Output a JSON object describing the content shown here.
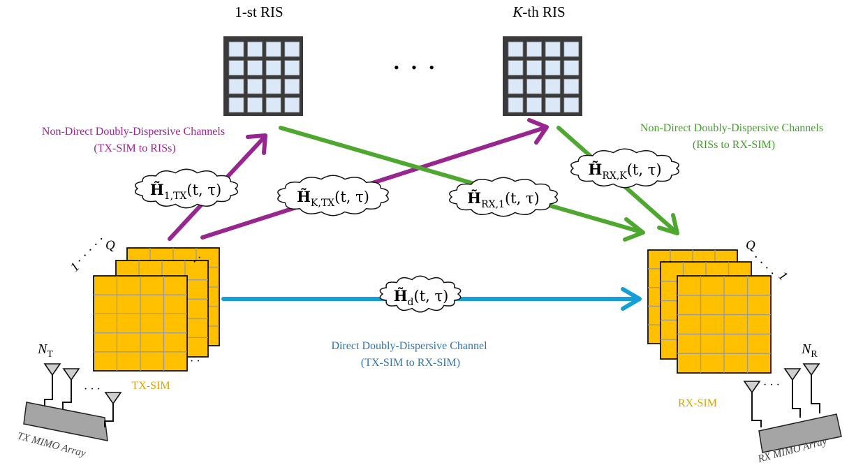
{
  "ris": {
    "first_label": "1-st RIS",
    "last_label_italic": "K",
    "last_label_rest": "-th RIS",
    "ellipsis": "• • •"
  },
  "labels": {
    "tx_to_ris_title": "Non-Direct Doubly-Dispersive Channels",
    "tx_to_ris_sub": "(TX-SIM to RISs)",
    "ris_to_rx_title": "Non-Direct Doubly-Dispersive Channels",
    "ris_to_rx_sub": "(RISs to RX-SIM)",
    "direct_title": "Direct Doubly-Dispersive Channel",
    "direct_sub": "(TX-SIM to RX-SIM)",
    "tx_sim": "TX-SIM",
    "rx_sim": "RX-SIM",
    "tx_array": "TX MIMO Array",
    "rx_array": "RX MIMO Array",
    "tx_antennas_base": "N",
    "tx_antennas_sub": "T",
    "rx_antennas_base": "N",
    "rx_antennas_sub": "R",
    "tx_stack_first": "1",
    "tx_stack_last": "Q",
    "rx_stack_first": "1",
    "rx_stack_last": "Q"
  },
  "channels": {
    "h1tx": {
      "sym": "H̃",
      "sub": "1,TX",
      "args": "(t, τ)"
    },
    "hktx": {
      "sym": "H̃",
      "sub": "K,TX",
      "args": "(t, τ)"
    },
    "hrx1": {
      "sym": "H̃",
      "sub": "RX,1",
      "args": "(t, τ)"
    },
    "hrxk": {
      "sym": "H̃",
      "sub": "RX,K",
      "args": "(t, τ)"
    },
    "hd": {
      "sym": "H̃",
      "sub": "d",
      "args": "(t, τ)"
    }
  },
  "colors": {
    "purple": "#97268f",
    "green": "#4ea72e",
    "blue": "#159fd6",
    "label_blue": "#2e75b6",
    "label_green": "#43a12b",
    "sim_fill": "#ffc000",
    "sim_text": "#d9a400",
    "ris_frame": "#3a3a3a",
    "ris_cell": "#dae8f7",
    "array_gray": "#a5a5a5"
  }
}
